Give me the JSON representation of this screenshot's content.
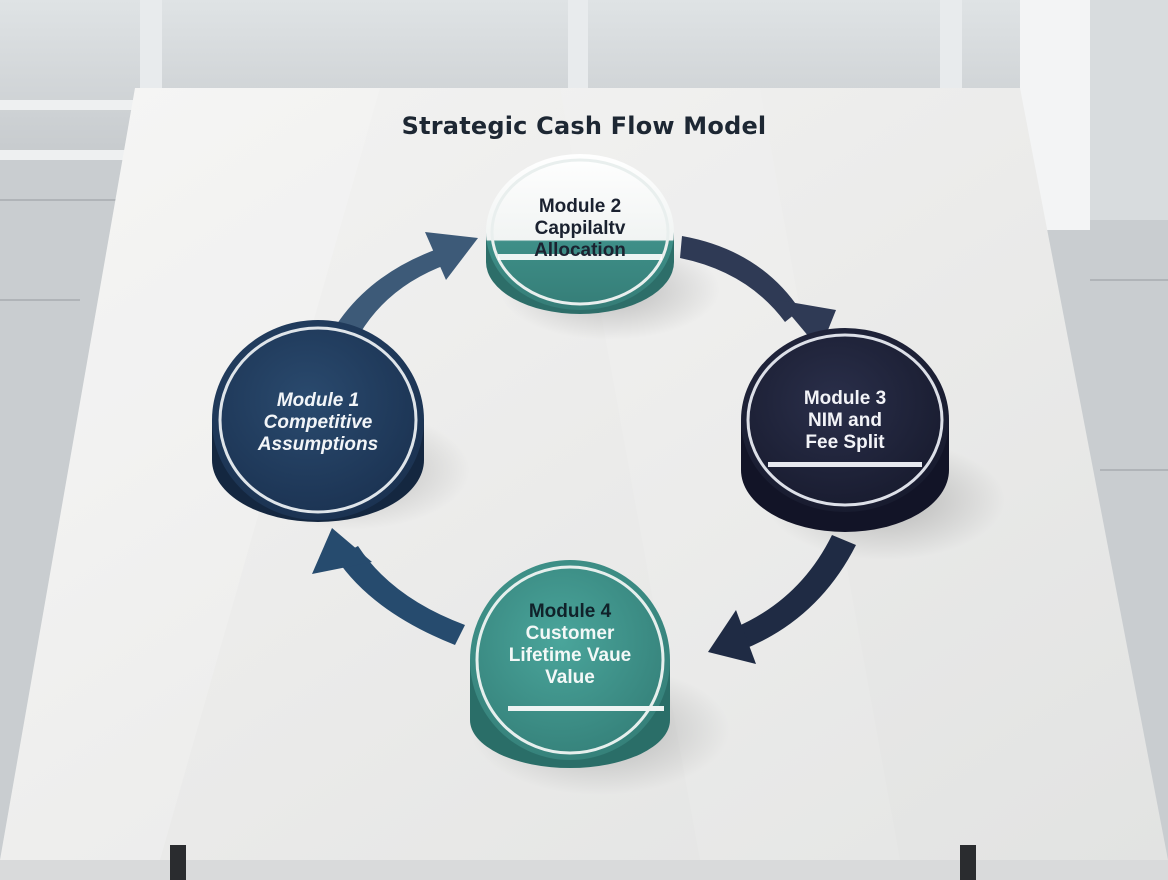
{
  "title": "Strategic Cash Flow Model",
  "modules": [
    {
      "id": "module-1",
      "lines": [
        "Module 1",
        "Competitive",
        "Assumptions"
      ],
      "color": "#1f3a5a"
    },
    {
      "id": "module-2",
      "lines": [
        "Module 2",
        "Cappilaltv",
        "Allocation"
      ],
      "color": "#3e8f88"
    },
    {
      "id": "module-3",
      "lines": [
        "Module 3",
        "NIM and",
        "Fee Split"
      ],
      "color": "#1e2238"
    },
    {
      "id": "module-4",
      "lines": [
        "Module 4",
        "Customer",
        "Lifetime Vaue",
        "Value"
      ],
      "color": "#3e968d"
    }
  ],
  "arrow_colors": {
    "left": "#2d4a68",
    "right": "#2b3247"
  }
}
